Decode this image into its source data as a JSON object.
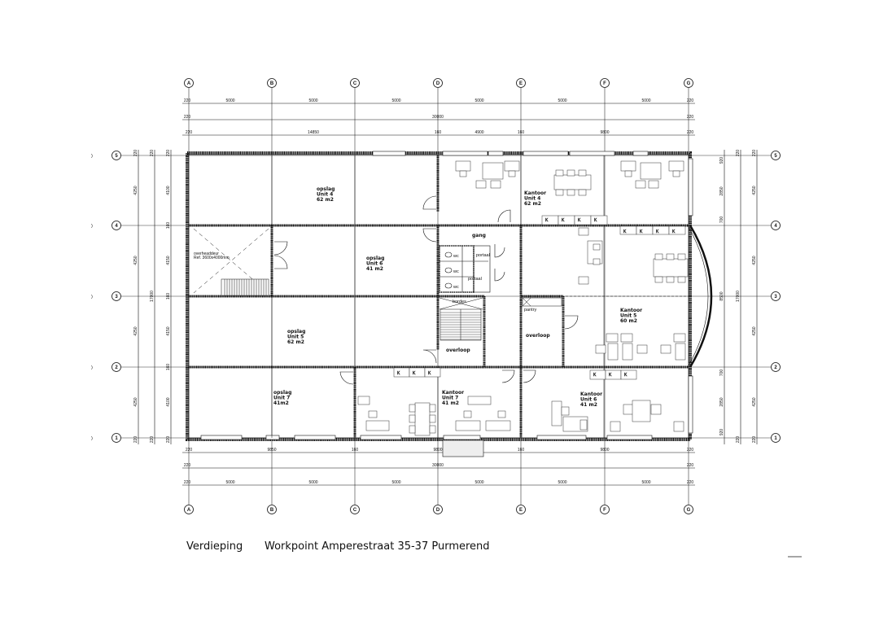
{
  "title": {
    "floor": "Verdieping",
    "project": "Workpoint  Amperestraat 35-37 Purmerend"
  },
  "grid": {
    "columns": [
      "A",
      "B",
      "C",
      "D",
      "E",
      "F",
      "G"
    ],
    "rows": [
      "5",
      "4",
      "3",
      "2",
      "1"
    ]
  },
  "dimensions": {
    "top_axes": [
      "220",
      "5000",
      "5000",
      "5000",
      "5000",
      "5000",
      "5000",
      "220"
    ],
    "top_total": [
      "220",
      "30000",
      "220"
    ],
    "top_walls": [
      "220",
      "14850",
      "160",
      "4900",
      "160",
      "9800",
      "220"
    ],
    "bottom_walls": [
      "220",
      "9850",
      "160",
      "9800",
      "160",
      "9800",
      "220"
    ],
    "bottom_total": [
      "220",
      "30000",
      "220"
    ],
    "bottom_axes": [
      "220",
      "5000",
      "5000",
      "5000",
      "5000",
      "5000",
      "5000",
      "220"
    ],
    "left_axes": [
      "220",
      "4250",
      "4250",
      "4250",
      "4250",
      "220"
    ],
    "left_total": [
      "220",
      "17000",
      "220"
    ],
    "left_walls": [
      "220",
      "4100",
      "160",
      "4150",
      "160",
      "4150",
      "160",
      "4100",
      "220"
    ],
    "right_walls": [
      "920",
      "2850",
      "700",
      "8500",
      "700",
      "2850",
      "920"
    ],
    "right_total": [
      "220",
      "17000",
      "220"
    ],
    "right_axes": [
      "220",
      "4250",
      "4250",
      "4250",
      "4250",
      "220"
    ]
  },
  "rooms": {
    "opslag4": [
      "opslag",
      "Unit 4",
      "62 m2"
    ],
    "kantoor4": [
      "Kantoor",
      "Unit 4",
      "62 m2"
    ],
    "opslag6": [
      "opslag",
      "Unit 6",
      "41 m2"
    ],
    "gang": "gang",
    "wc": "wc",
    "portaal": "portaal",
    "kantoor5": [
      "Kantoor",
      "Unit 5",
      "60 m2"
    ],
    "opslag5": [
      "opslag",
      "Unit 5",
      "62 m2"
    ],
    "bordes": "bordes",
    "overloop": "overloop",
    "pantry": "pantry",
    "opslag7": [
      "opslag",
      "Unit 7",
      "41m2"
    ],
    "kantoor7": [
      "Kantoor",
      "Unit 7",
      "41 m2"
    ],
    "kantoor6": [
      "Kantoor",
      "Unit 6",
      "41 m2"
    ],
    "overheaddoor": [
      "overheaddeur",
      "Ref. 3600x4000mm"
    ],
    "k": "K"
  }
}
